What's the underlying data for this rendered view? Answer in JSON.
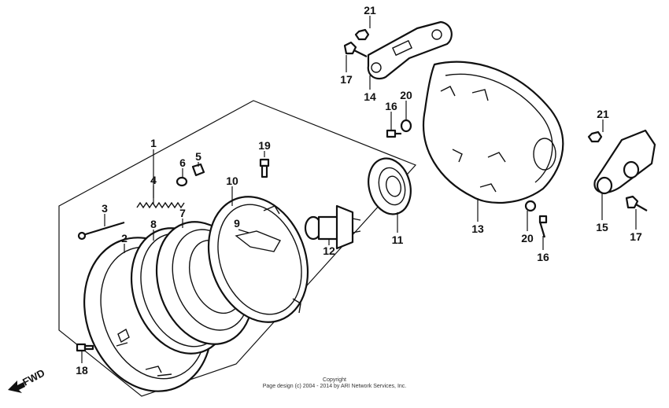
{
  "callouts": [
    {
      "id": "c1",
      "label": "1"
    },
    {
      "id": "c2",
      "label": "2"
    },
    {
      "id": "c3",
      "label": "3"
    },
    {
      "id": "c4",
      "label": "4"
    },
    {
      "id": "c5",
      "label": "5"
    },
    {
      "id": "c6",
      "label": "6"
    },
    {
      "id": "c7",
      "label": "7"
    },
    {
      "id": "c8",
      "label": "8"
    },
    {
      "id": "c9",
      "label": "9"
    },
    {
      "id": "c10",
      "label": "10"
    },
    {
      "id": "c11",
      "label": "11"
    },
    {
      "id": "c12",
      "label": "12"
    },
    {
      "id": "c13",
      "label": "13"
    },
    {
      "id": "c14",
      "label": "14"
    },
    {
      "id": "c15",
      "label": "15"
    },
    {
      "id": "c16a",
      "label": "16"
    },
    {
      "id": "c16b",
      "label": "16"
    },
    {
      "id": "c17a",
      "label": "17"
    },
    {
      "id": "c17b",
      "label": "17"
    },
    {
      "id": "c18",
      "label": "18"
    },
    {
      "id": "c19",
      "label": "19"
    },
    {
      "id": "c20a",
      "label": "20"
    },
    {
      "id": "c20b",
      "label": "20"
    },
    {
      "id": "c21a",
      "label": "21"
    },
    {
      "id": "c21b",
      "label": "21"
    }
  ],
  "fwd_label": "FWD",
  "copyright": {
    "line1": "Copyright",
    "line2": "Page design (c) 2004 - 2014 by ARI Network Services, Inc."
  }
}
